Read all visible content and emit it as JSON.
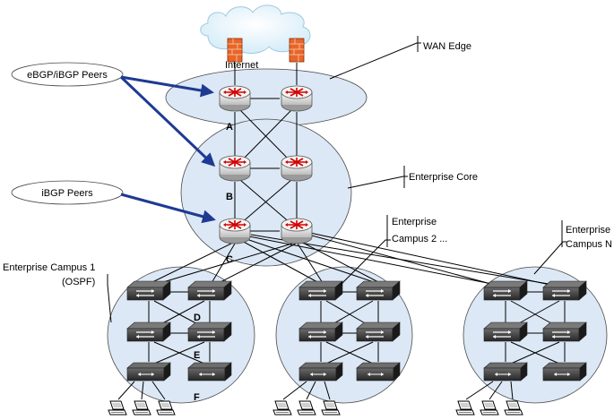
{
  "labels": {
    "internet": "Internet",
    "wan_edge": "WAN Edge",
    "ebgp_peers": "eBGP/iBGP Peers",
    "ibgp_peers": "iBGP Peers",
    "enterprise_core": "Enterprise Core",
    "campus1_line1": "Enterprise Campus 1",
    "campus1_line2": "(OSPF)",
    "campus2_line1": "Enterprise",
    "campus2_line2": "Campus 2 ...",
    "campusN_line1": "Enterprise",
    "campusN_line2": "Campus N",
    "tier_a": "A",
    "tier_b": "B",
    "tier_c": "C",
    "tier_d": "D",
    "tier_e": "E",
    "tier_f": "F"
  },
  "icons": {
    "firewall": "firewall-icon",
    "router": "router-icon",
    "switch": "switch-icon",
    "pc": "pc-icon",
    "cloud": "cloud-icon"
  },
  "colors": {
    "zone_fill": "#dce8f5",
    "arrow": "#1f3a93",
    "router_mark": "#d40000",
    "firewall": "#e8662a",
    "switch_body": "#3a3a3a"
  }
}
